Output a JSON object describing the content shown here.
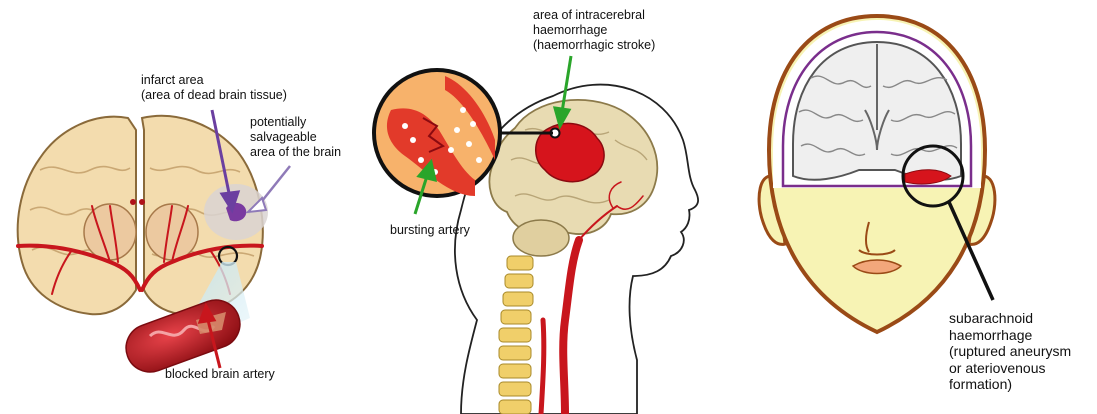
{
  "panels": [
    {
      "labels": {
        "infarct": "infarct area\n(area of dead brain tissue)",
        "salvageable": "potentially\nsalvageable\narea of the brain",
        "blocked": "blocked brain artery"
      }
    },
    {
      "labels": {
        "haemorrhage": "area of intracerebral\nhaemorrhage\n(haemorrhagic stroke)",
        "bursting": "bursting artery"
      }
    },
    {
      "labels": {
        "subarachnoid": "subarachnoid\nhaemorrhage\n(ruptured aneurysm\nor ateriovenous\nformation)"
      }
    }
  ],
  "colors": {
    "brain_tissue": "#f3dcae",
    "brain_outline": "#8a6a3a",
    "artery": "#c8161d",
    "infarct": "#7a3aa0",
    "salvage_zone": "#d9d4d2",
    "arrow_purple": "#6b3fa0",
    "arrow_green": "#2aa52a",
    "arrow_red": "#c8161d",
    "spine": "#f0cf6a",
    "face": "#f7f3b4",
    "skin_outline": "#9a4a16",
    "dura": "#7a2e8c"
  }
}
